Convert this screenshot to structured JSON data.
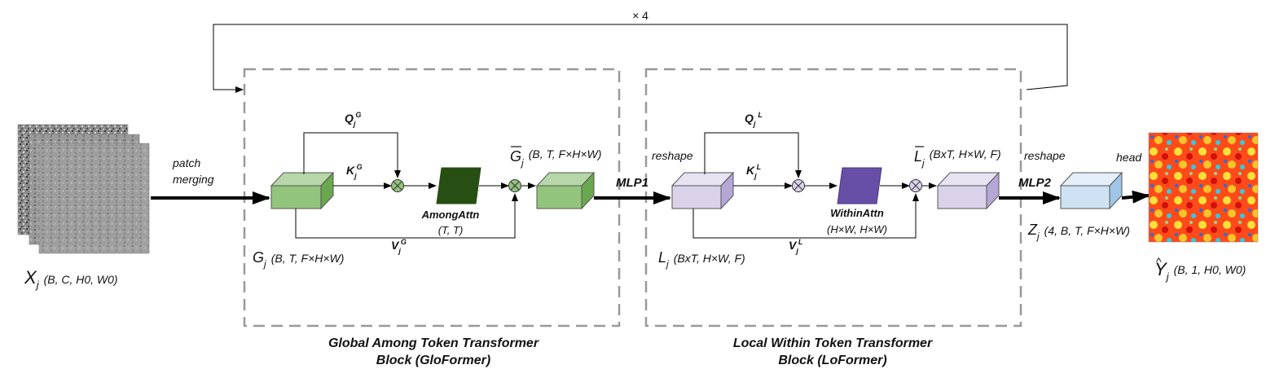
{
  "loop": {
    "label": "× 4"
  },
  "input": {
    "sym": "X",
    "sub": "j",
    "dims": "(B, C, H0, W0)"
  },
  "patch_merging": {
    "line1": "patch",
    "line2": "merging"
  },
  "gloformer": {
    "title_line1": "Global Among Token Transformer",
    "title_line2": "Block (GloFormer)",
    "q": {
      "sym": "Q",
      "sub": "j",
      "sup": "G"
    },
    "k": {
      "sym": "K",
      "sub": "j",
      "sup": "G"
    },
    "v": {
      "sym": "V",
      "sub": "j",
      "sup": "G"
    },
    "in": {
      "sym": "G",
      "sub": "j",
      "dims": "(B, T, F×H×W)"
    },
    "attn": {
      "name": "AmongAttn",
      "dims": "(T, T)"
    },
    "out": {
      "sym": "G",
      "sub": "j",
      "dims": "(B, T, F×H×W)"
    }
  },
  "mlp1": "MLP1",
  "loformer": {
    "title_line1": "Local Within Token Transformer",
    "title_line2": "Block (LoFormer)",
    "reshape": "reshape",
    "q": {
      "sym": "Q",
      "sub": "j",
      "sup": "L"
    },
    "k": {
      "sym": "K",
      "sub": "j",
      "sup": "L"
    },
    "v": {
      "sym": "V",
      "sub": "j",
      "sup": "L"
    },
    "in": {
      "sym": "L",
      "sub": "j",
      "dims": "(BxT, H×W, F)"
    },
    "attn": {
      "name": "WithinAttn",
      "dims": "(H×W, H×W)"
    },
    "out": {
      "sym": "L",
      "sub": "j",
      "dims": "(BxT, H×W, F)"
    }
  },
  "reshape2": "reshape",
  "mlp2": "MLP2",
  "z": {
    "sym": "Z",
    "sub": "j",
    "dims": "(4, B, T, F×H×W)"
  },
  "head": "head",
  "output": {
    "sym": "Y",
    "hat": "^",
    "sub": "j",
    "dims": "(B, 1, H0, W0)"
  },
  "colors": {
    "green_front": "#93c47d",
    "green_top": "#b6d7a8",
    "green_side": "#6aa84f",
    "among_attn": "#274e13",
    "purple_front": "#d9d2e9",
    "purple_top": "#e8e3f3",
    "purple_side": "#b4a7d6",
    "within_attn": "#674ea7",
    "blue_front": "#cfe2f3",
    "blue_top": "#e4eff9",
    "blue_side": "#9fc5e8",
    "dash": "#999999"
  }
}
